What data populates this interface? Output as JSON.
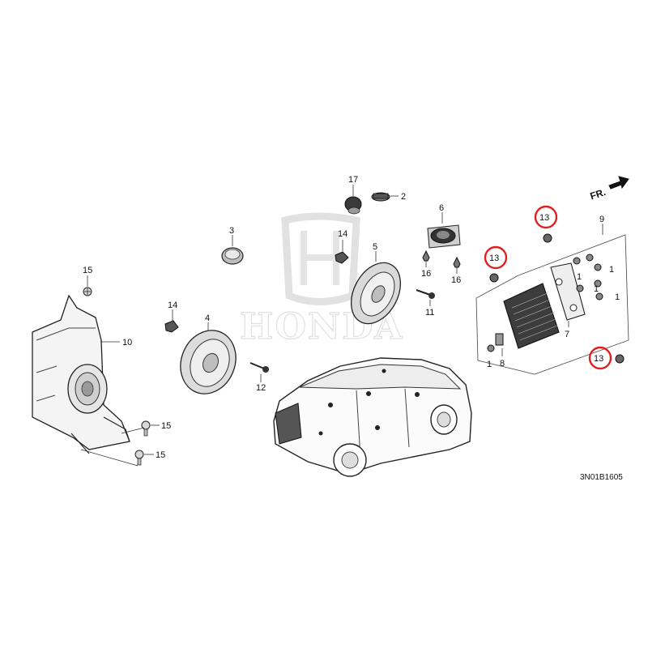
{
  "diagram": {
    "code": "3N01B1605",
    "direction_label": "FR.",
    "watermark": {
      "brand": "HONDA"
    },
    "labels": {
      "p1a": "1",
      "p1b": "1",
      "p1c": "1",
      "p1d": "1",
      "p1e": "1",
      "p2": "2",
      "p3": "3",
      "p4": "4",
      "p5": "5",
      "p6": "6",
      "p7": "7",
      "p8": "8",
      "p9": "9",
      "p10": "10",
      "p11": "11",
      "p12": "12",
      "p13a": "13",
      "p13b": "13",
      "p13c": "13",
      "p14a": "14",
      "p14b": "14",
      "p15a": "15",
      "p15b": "15",
      "p15c": "15",
      "p16a": "16",
      "p16b": "16",
      "p17": "17"
    },
    "highlight_color": "#e02020"
  }
}
